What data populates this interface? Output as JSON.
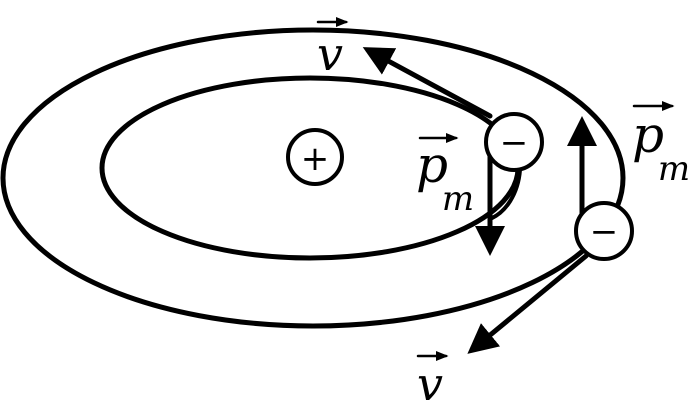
{
  "diagram": {
    "nucleus": {
      "sign": "+"
    },
    "inner_electron": {
      "sign": "−",
      "velocity_label": "v",
      "moment_label": "p",
      "moment_subscript": "m"
    },
    "outer_electron": {
      "sign": "−",
      "velocity_label": "v",
      "moment_label": "p",
      "moment_subscript": "m"
    }
  }
}
